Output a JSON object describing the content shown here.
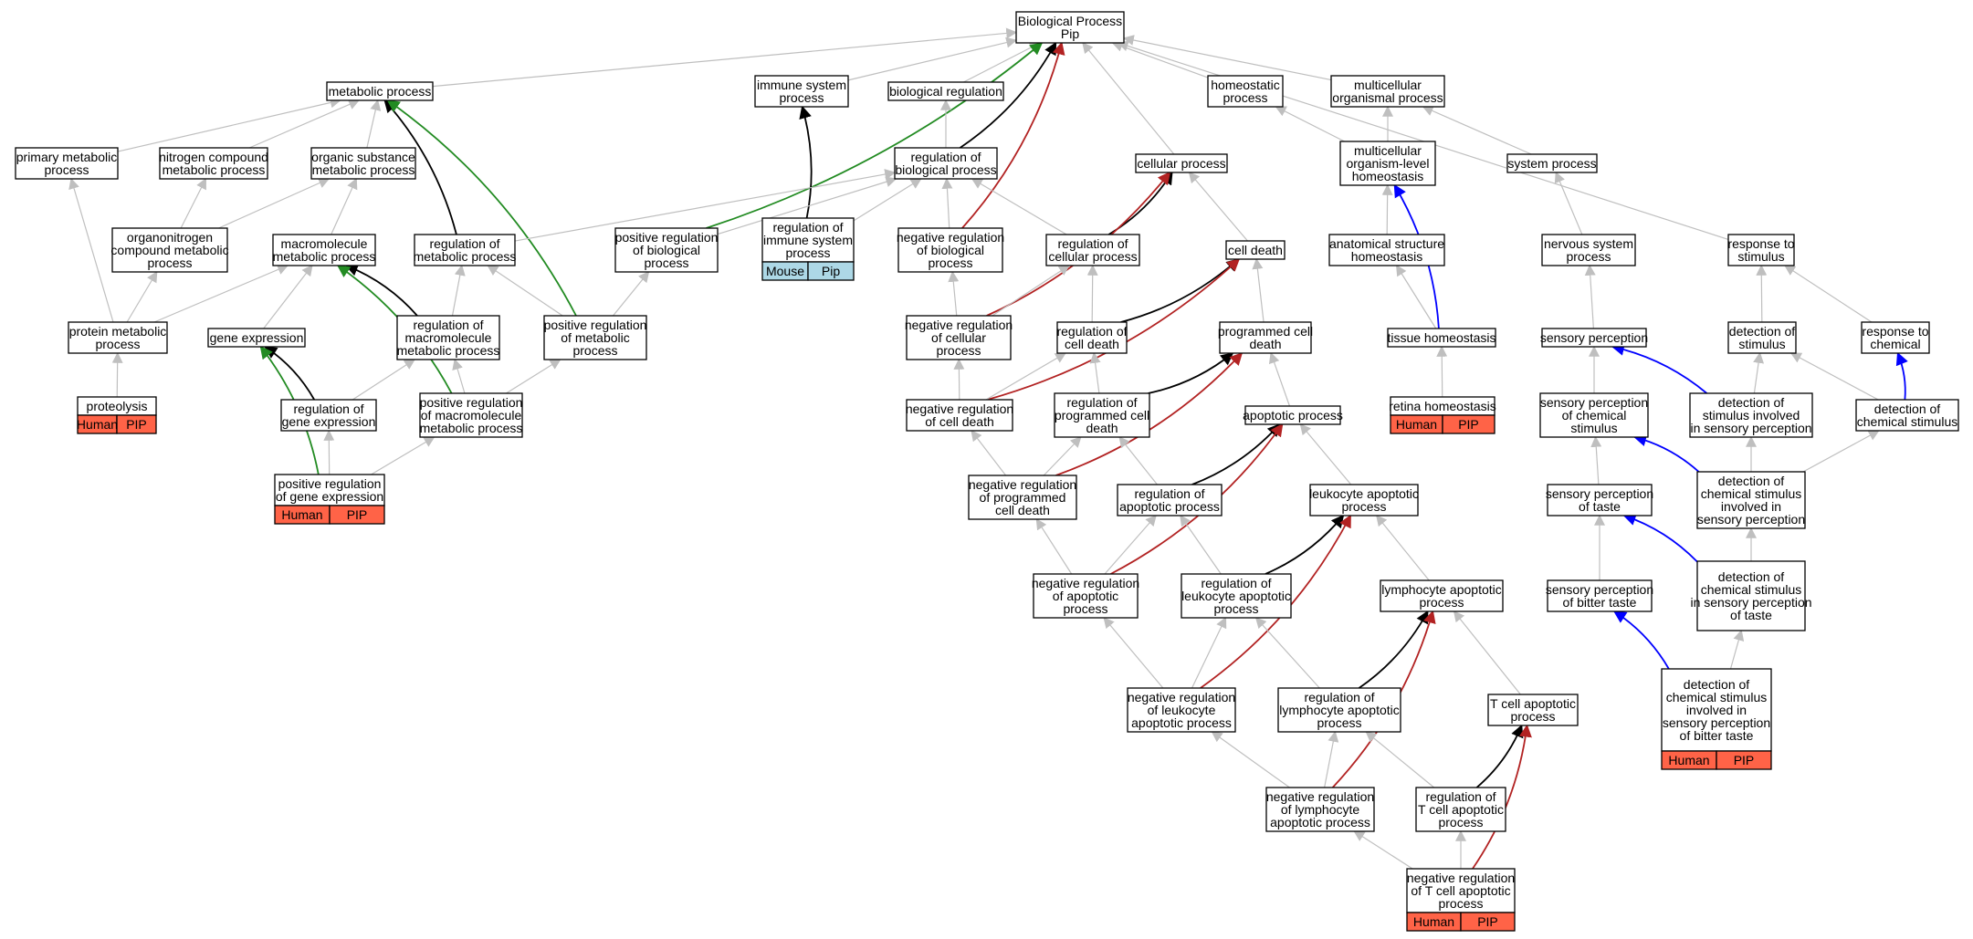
{
  "colors": {
    "is_a": "#bfbfbf",
    "part_of": "#000000",
    "positive": "#228b22",
    "negative": "#b22222",
    "occurs_in": "#0000ff",
    "human_badge": "#ff6347",
    "mouse_badge": "#add8e6"
  },
  "badges": {
    "human": "Human",
    "pip_upper": "PIP",
    "mouse": "Mouse",
    "pip": "Pip"
  },
  "nodes": [
    {
      "id": "root",
      "lines": [
        "Biological Process",
        "Pip"
      ]
    },
    {
      "id": "metabolic",
      "lines": [
        "metabolic process"
      ]
    },
    {
      "id": "immune",
      "lines": [
        "immune system",
        "process"
      ]
    },
    {
      "id": "bioreg",
      "lines": [
        "biological regulation"
      ]
    },
    {
      "id": "homeo",
      "lines": [
        "homeostatic",
        "process"
      ]
    },
    {
      "id": "multicell",
      "lines": [
        "multicellular",
        "organismal process"
      ]
    },
    {
      "id": "primary",
      "lines": [
        "primary metabolic",
        "process"
      ]
    },
    {
      "id": "nitrogen",
      "lines": [
        "nitrogen compound",
        "metabolic process"
      ]
    },
    {
      "id": "organic",
      "lines": [
        "organic substance",
        "metabolic process"
      ]
    },
    {
      "id": "regbio",
      "lines": [
        "regulation of",
        "biological process"
      ]
    },
    {
      "id": "cellular",
      "lines": [
        "cellular process"
      ]
    },
    {
      "id": "multihomeo",
      "lines": [
        "multicellular",
        "organism-level",
        "homeostasis"
      ]
    },
    {
      "id": "system",
      "lines": [
        "system process"
      ]
    },
    {
      "id": "organonitrogen",
      "lines": [
        "organonitrogen",
        "compound metabolic",
        "process"
      ]
    },
    {
      "id": "macro",
      "lines": [
        "macromolecule",
        "metabolic process"
      ]
    },
    {
      "id": "regmeta",
      "lines": [
        "regulation of",
        "metabolic process"
      ]
    },
    {
      "id": "posbio",
      "lines": [
        "positive regulation",
        "of biological",
        "process"
      ]
    },
    {
      "id": "regimmune",
      "lines": [
        "regulation of",
        "immune system",
        "process"
      ]
    },
    {
      "id": "negbio",
      "lines": [
        "negative regulation",
        "of biological",
        "process"
      ]
    },
    {
      "id": "regcell",
      "lines": [
        "regulation of",
        "cellular process"
      ]
    },
    {
      "id": "celldeath",
      "lines": [
        "cell death"
      ]
    },
    {
      "id": "anatomical",
      "lines": [
        "anatomical structure",
        "homeostasis"
      ]
    },
    {
      "id": "nervous",
      "lines": [
        "nervous system",
        "process"
      ]
    },
    {
      "id": "response",
      "lines": [
        "response to",
        "stimulus"
      ]
    },
    {
      "id": "protein",
      "lines": [
        "protein metabolic",
        "process"
      ]
    },
    {
      "id": "geneexpr",
      "lines": [
        "gene expression"
      ]
    },
    {
      "id": "regmacro",
      "lines": [
        "regulation of",
        "macromolecule",
        "metabolic process"
      ]
    },
    {
      "id": "posmeta",
      "lines": [
        "positive regulation",
        "of metabolic",
        "process"
      ]
    },
    {
      "id": "negcell",
      "lines": [
        "negative regulation",
        "of cellular",
        "process"
      ]
    },
    {
      "id": "regdeath",
      "lines": [
        "regulation of",
        "cell death"
      ]
    },
    {
      "id": "pcd",
      "lines": [
        "programmed cell",
        "death"
      ]
    },
    {
      "id": "tissue",
      "lines": [
        "tissue homeostasis"
      ]
    },
    {
      "id": "sensory",
      "lines": [
        "sensory perception"
      ]
    },
    {
      "id": "detection",
      "lines": [
        "detection of",
        "stimulus"
      ]
    },
    {
      "id": "chemical",
      "lines": [
        "response to",
        "chemical"
      ]
    },
    {
      "id": "proteolysis",
      "lines": [
        "proteolysis"
      ]
    },
    {
      "id": "reggene",
      "lines": [
        "regulation of",
        "gene expression"
      ]
    },
    {
      "id": "posmacro",
      "lines": [
        "positive regulation",
        "of macromolecule",
        "metabolic process"
      ]
    },
    {
      "id": "negdeath",
      "lines": [
        "negative regulation",
        "of cell death"
      ]
    },
    {
      "id": "regpcd",
      "lines": [
        "regulation of",
        "programmed cell",
        "death"
      ]
    },
    {
      "id": "apoptotic",
      "lines": [
        "apoptotic process"
      ]
    },
    {
      "id": "retina",
      "lines": [
        "retina homeostasis"
      ]
    },
    {
      "id": "senschem",
      "lines": [
        "sensory perception",
        "of chemical",
        "stimulus"
      ]
    },
    {
      "id": "detsens",
      "lines": [
        "detection of",
        "stimulus involved",
        "in sensory perception"
      ]
    },
    {
      "id": "detchem",
      "lines": [
        "detection of",
        "chemical stimulus"
      ]
    },
    {
      "id": "posgene",
      "lines": [
        "positive regulation",
        "of gene expression"
      ]
    },
    {
      "id": "negpcd",
      "lines": [
        "negative regulation",
        "of programmed",
        "cell death"
      ]
    },
    {
      "id": "regapop",
      "lines": [
        "regulation of",
        "apoptotic process"
      ]
    },
    {
      "id": "leuko",
      "lines": [
        "leukocyte apoptotic",
        "process"
      ]
    },
    {
      "id": "taste",
      "lines": [
        "sensory perception",
        "of taste"
      ]
    },
    {
      "id": "detchemsens",
      "lines": [
        "detection of",
        "chemical stimulus",
        "involved in",
        "sensory perception"
      ]
    },
    {
      "id": "negapop",
      "lines": [
        "negative regulation",
        "of apoptotic",
        "process"
      ]
    },
    {
      "id": "regleuko",
      "lines": [
        "regulation of",
        "leukocyte apoptotic",
        "process"
      ]
    },
    {
      "id": "lympho",
      "lines": [
        "lymphocyte apoptotic",
        "process"
      ]
    },
    {
      "id": "bitter",
      "lines": [
        "sensory perception",
        "of bitter taste"
      ]
    },
    {
      "id": "detchemtaste",
      "lines": [
        "detection of",
        "chemical stimulus",
        "in sensory perception",
        "of taste"
      ]
    },
    {
      "id": "negleuko",
      "lines": [
        "negative regulation",
        "of leukocyte",
        "apoptotic process"
      ]
    },
    {
      "id": "reglympho",
      "lines": [
        "regulation of",
        "lymphocyte apoptotic",
        "process"
      ]
    },
    {
      "id": "tcell",
      "lines": [
        "T cell apoptotic",
        "process"
      ]
    },
    {
      "id": "detbitter",
      "lines": [
        "detection of",
        "chemical stimulus",
        "involved in",
        "sensory perception",
        "of bitter taste"
      ]
    },
    {
      "id": "neglympho",
      "lines": [
        "negative regulation",
        "of lymphocyte",
        "apoptotic process"
      ]
    },
    {
      "id": "regtcell",
      "lines": [
        "regulation of",
        "T cell apoptotic",
        "process"
      ]
    },
    {
      "id": "negtcell",
      "lines": [
        "negative regulation",
        "of T cell apoptotic",
        "process"
      ]
    }
  ],
  "edges": [
    {
      "from": "metabolic",
      "to": "root",
      "type": "is_a"
    },
    {
      "from": "immune",
      "to": "root",
      "type": "is_a"
    },
    {
      "from": "bioreg",
      "to": "root",
      "type": "is_a"
    },
    {
      "from": "cellular",
      "to": "root",
      "type": "is_a"
    },
    {
      "from": "homeo",
      "to": "root",
      "type": "is_a"
    },
    {
      "from": "multicell",
      "to": "root",
      "type": "is_a"
    },
    {
      "from": "response",
      "to": "root",
      "type": "is_a"
    },
    {
      "from": "regbio",
      "to": "root",
      "type": "part_of"
    },
    {
      "from": "posbio",
      "to": "root",
      "type": "positive"
    },
    {
      "from": "negbio",
      "to": "root",
      "type": "negative"
    },
    {
      "from": "primary",
      "to": "metabolic",
      "type": "is_a"
    },
    {
      "from": "nitrogen",
      "to": "metabolic",
      "type": "is_a"
    },
    {
      "from": "organic",
      "to": "metabolic",
      "type": "is_a"
    },
    {
      "from": "regmeta",
      "to": "metabolic",
      "type": "part_of"
    },
    {
      "from": "posmeta",
      "to": "metabolic",
      "type": "positive"
    },
    {
      "from": "regimmune",
      "to": "immune",
      "type": "part_of"
    },
    {
      "from": "regbio",
      "to": "bioreg",
      "type": "is_a"
    },
    {
      "from": "multihomeo",
      "to": "homeo",
      "type": "is_a"
    },
    {
      "from": "multihomeo",
      "to": "multicell",
      "type": "is_a"
    },
    {
      "from": "system",
      "to": "multicell",
      "type": "is_a"
    },
    {
      "from": "organonitrogen",
      "to": "nitrogen",
      "type": "is_a"
    },
    {
      "from": "macro",
      "to": "organic",
      "type": "is_a"
    },
    {
      "from": "organonitrogen",
      "to": "organic",
      "type": "is_a"
    },
    {
      "from": "regmeta",
      "to": "regbio",
      "type": "is_a"
    },
    {
      "from": "posbio",
      "to": "regbio",
      "type": "is_a"
    },
    {
      "from": "regimmune",
      "to": "regbio",
      "type": "is_a"
    },
    {
      "from": "negbio",
      "to": "regbio",
      "type": "is_a"
    },
    {
      "from": "regcell",
      "to": "regbio",
      "type": "is_a"
    },
    {
      "from": "regcell",
      "to": "cellular",
      "type": "part_of"
    },
    {
      "from": "celldeath",
      "to": "cellular",
      "type": "is_a"
    },
    {
      "from": "negcell",
      "to": "cellular",
      "type": "negative"
    },
    {
      "from": "anatomical",
      "to": "multihomeo",
      "type": "is_a"
    },
    {
      "from": "tissue",
      "to": "multihomeo",
      "type": "occurs_in"
    },
    {
      "from": "nervous",
      "to": "system",
      "type": "is_a"
    },
    {
      "from": "protein",
      "to": "primary",
      "type": "is_a"
    },
    {
      "from": "protein",
      "to": "organonitrogen",
      "type": "is_a"
    },
    {
      "from": "protein",
      "to": "macro",
      "type": "is_a"
    },
    {
      "from": "geneexpr",
      "to": "macro",
      "type": "is_a"
    },
    {
      "from": "regmacro",
      "to": "macro",
      "type": "part_of"
    },
    {
      "from": "posmacro",
      "to": "macro",
      "type": "positive"
    },
    {
      "from": "regmacro",
      "to": "regmeta",
      "type": "is_a"
    },
    {
      "from": "posmeta",
      "to": "regmeta",
      "type": "is_a"
    },
    {
      "from": "posmeta",
      "to": "posbio",
      "type": "is_a"
    },
    {
      "from": "negcell",
      "to": "negbio",
      "type": "is_a"
    },
    {
      "from": "negcell",
      "to": "regcell",
      "type": "is_a"
    },
    {
      "from": "regdeath",
      "to": "regcell",
      "type": "is_a"
    },
    {
      "from": "regdeath",
      "to": "celldeath",
      "type": "part_of"
    },
    {
      "from": "pcd",
      "to": "celldeath",
      "type": "is_a"
    },
    {
      "from": "negdeath",
      "to": "celldeath",
      "type": "negative"
    },
    {
      "from": "tissue",
      "to": "anatomical",
      "type": "is_a"
    },
    {
      "from": "sensory",
      "to": "nervous",
      "type": "is_a"
    },
    {
      "from": "detection",
      "to": "response",
      "type": "is_a"
    },
    {
      "from": "chemical",
      "to": "response",
      "type": "is_a"
    },
    {
      "from": "proteolysis",
      "to": "protein",
      "type": "is_a"
    },
    {
      "from": "reggene",
      "to": "geneexpr",
      "type": "part_of"
    },
    {
      "from": "posgene",
      "to": "geneexpr",
      "type": "positive"
    },
    {
      "from": "reggene",
      "to": "regmacro",
      "type": "is_a"
    },
    {
      "from": "posmacro",
      "to": "regmacro",
      "type": "is_a"
    },
    {
      "from": "posmacro",
      "to": "posmeta",
      "type": "is_a"
    },
    {
      "from": "negdeath",
      "to": "negcell",
      "type": "is_a"
    },
    {
      "from": "negdeath",
      "to": "regdeath",
      "type": "is_a"
    },
    {
      "from": "regpcd",
      "to": "regdeath",
      "type": "is_a"
    },
    {
      "from": "regpcd",
      "to": "pcd",
      "type": "part_of"
    },
    {
      "from": "apoptotic",
      "to": "pcd",
      "type": "is_a"
    },
    {
      "from": "negpcd",
      "to": "pcd",
      "type": "negative"
    },
    {
      "from": "retina",
      "to": "tissue",
      "type": "is_a"
    },
    {
      "from": "senschem",
      "to": "sensory",
      "type": "is_a"
    },
    {
      "from": "detsens",
      "to": "sensory",
      "type": "occurs_in"
    },
    {
      "from": "detsens",
      "to": "detection",
      "type": "is_a"
    },
    {
      "from": "detchem",
      "to": "detection",
      "type": "is_a"
    },
    {
      "from": "detchem",
      "to": "chemical",
      "type": "occurs_in"
    },
    {
      "from": "posgene",
      "to": "reggene",
      "type": "is_a"
    },
    {
      "from": "posgene",
      "to": "posmacro",
      "type": "is_a"
    },
    {
      "from": "negpcd",
      "to": "negdeath",
      "type": "is_a"
    },
    {
      "from": "negpcd",
      "to": "regpcd",
      "type": "is_a"
    },
    {
      "from": "regapop",
      "to": "regpcd",
      "type": "is_a"
    },
    {
      "from": "regapop",
      "to": "apoptotic",
      "type": "part_of"
    },
    {
      "from": "leuko",
      "to": "apoptotic",
      "type": "is_a"
    },
    {
      "from": "negapop",
      "to": "apoptotic",
      "type": "negative"
    },
    {
      "from": "taste",
      "to": "senschem",
      "type": "is_a"
    },
    {
      "from": "detchemsens",
      "to": "senschem",
      "type": "occurs_in"
    },
    {
      "from": "detchemsens",
      "to": "detsens",
      "type": "is_a"
    },
    {
      "from": "detchemsens",
      "to": "detchem",
      "type": "is_a"
    },
    {
      "from": "negapop",
      "to": "negpcd",
      "type": "is_a"
    },
    {
      "from": "negapop",
      "to": "regapop",
      "type": "is_a"
    },
    {
      "from": "regleuko",
      "to": "regapop",
      "type": "is_a"
    },
    {
      "from": "regleuko",
      "to": "leuko",
      "type": "part_of"
    },
    {
      "from": "lympho",
      "to": "leuko",
      "type": "is_a"
    },
    {
      "from": "negleuko",
      "to": "leuko",
      "type": "negative"
    },
    {
      "from": "bitter",
      "to": "taste",
      "type": "is_a"
    },
    {
      "from": "detchemtaste",
      "to": "taste",
      "type": "occurs_in"
    },
    {
      "from": "detchemtaste",
      "to": "detchemsens",
      "type": "is_a"
    },
    {
      "from": "negleuko",
      "to": "negapop",
      "type": "is_a"
    },
    {
      "from": "negleuko",
      "to": "regleuko",
      "type": "is_a"
    },
    {
      "from": "reglympho",
      "to": "regleuko",
      "type": "is_a"
    },
    {
      "from": "reglympho",
      "to": "lympho",
      "type": "part_of"
    },
    {
      "from": "tcell",
      "to": "lympho",
      "type": "is_a"
    },
    {
      "from": "neglympho",
      "to": "lympho",
      "type": "negative"
    },
    {
      "from": "detbitter",
      "to": "bitter",
      "type": "occurs_in"
    },
    {
      "from": "detbitter",
      "to": "detchemtaste",
      "type": "is_a"
    },
    {
      "from": "neglympho",
      "to": "negleuko",
      "type": "is_a"
    },
    {
      "from": "neglympho",
      "to": "reglympho",
      "type": "is_a"
    },
    {
      "from": "regtcell",
      "to": "reglympho",
      "type": "is_a"
    },
    {
      "from": "regtcell",
      "to": "tcell",
      "type": "part_of"
    },
    {
      "from": "negtcell",
      "to": "tcell",
      "type": "negative"
    },
    {
      "from": "negtcell",
      "to": "neglympho",
      "type": "is_a"
    },
    {
      "from": "negtcell",
      "to": "regtcell",
      "type": "is_a"
    }
  ]
}
